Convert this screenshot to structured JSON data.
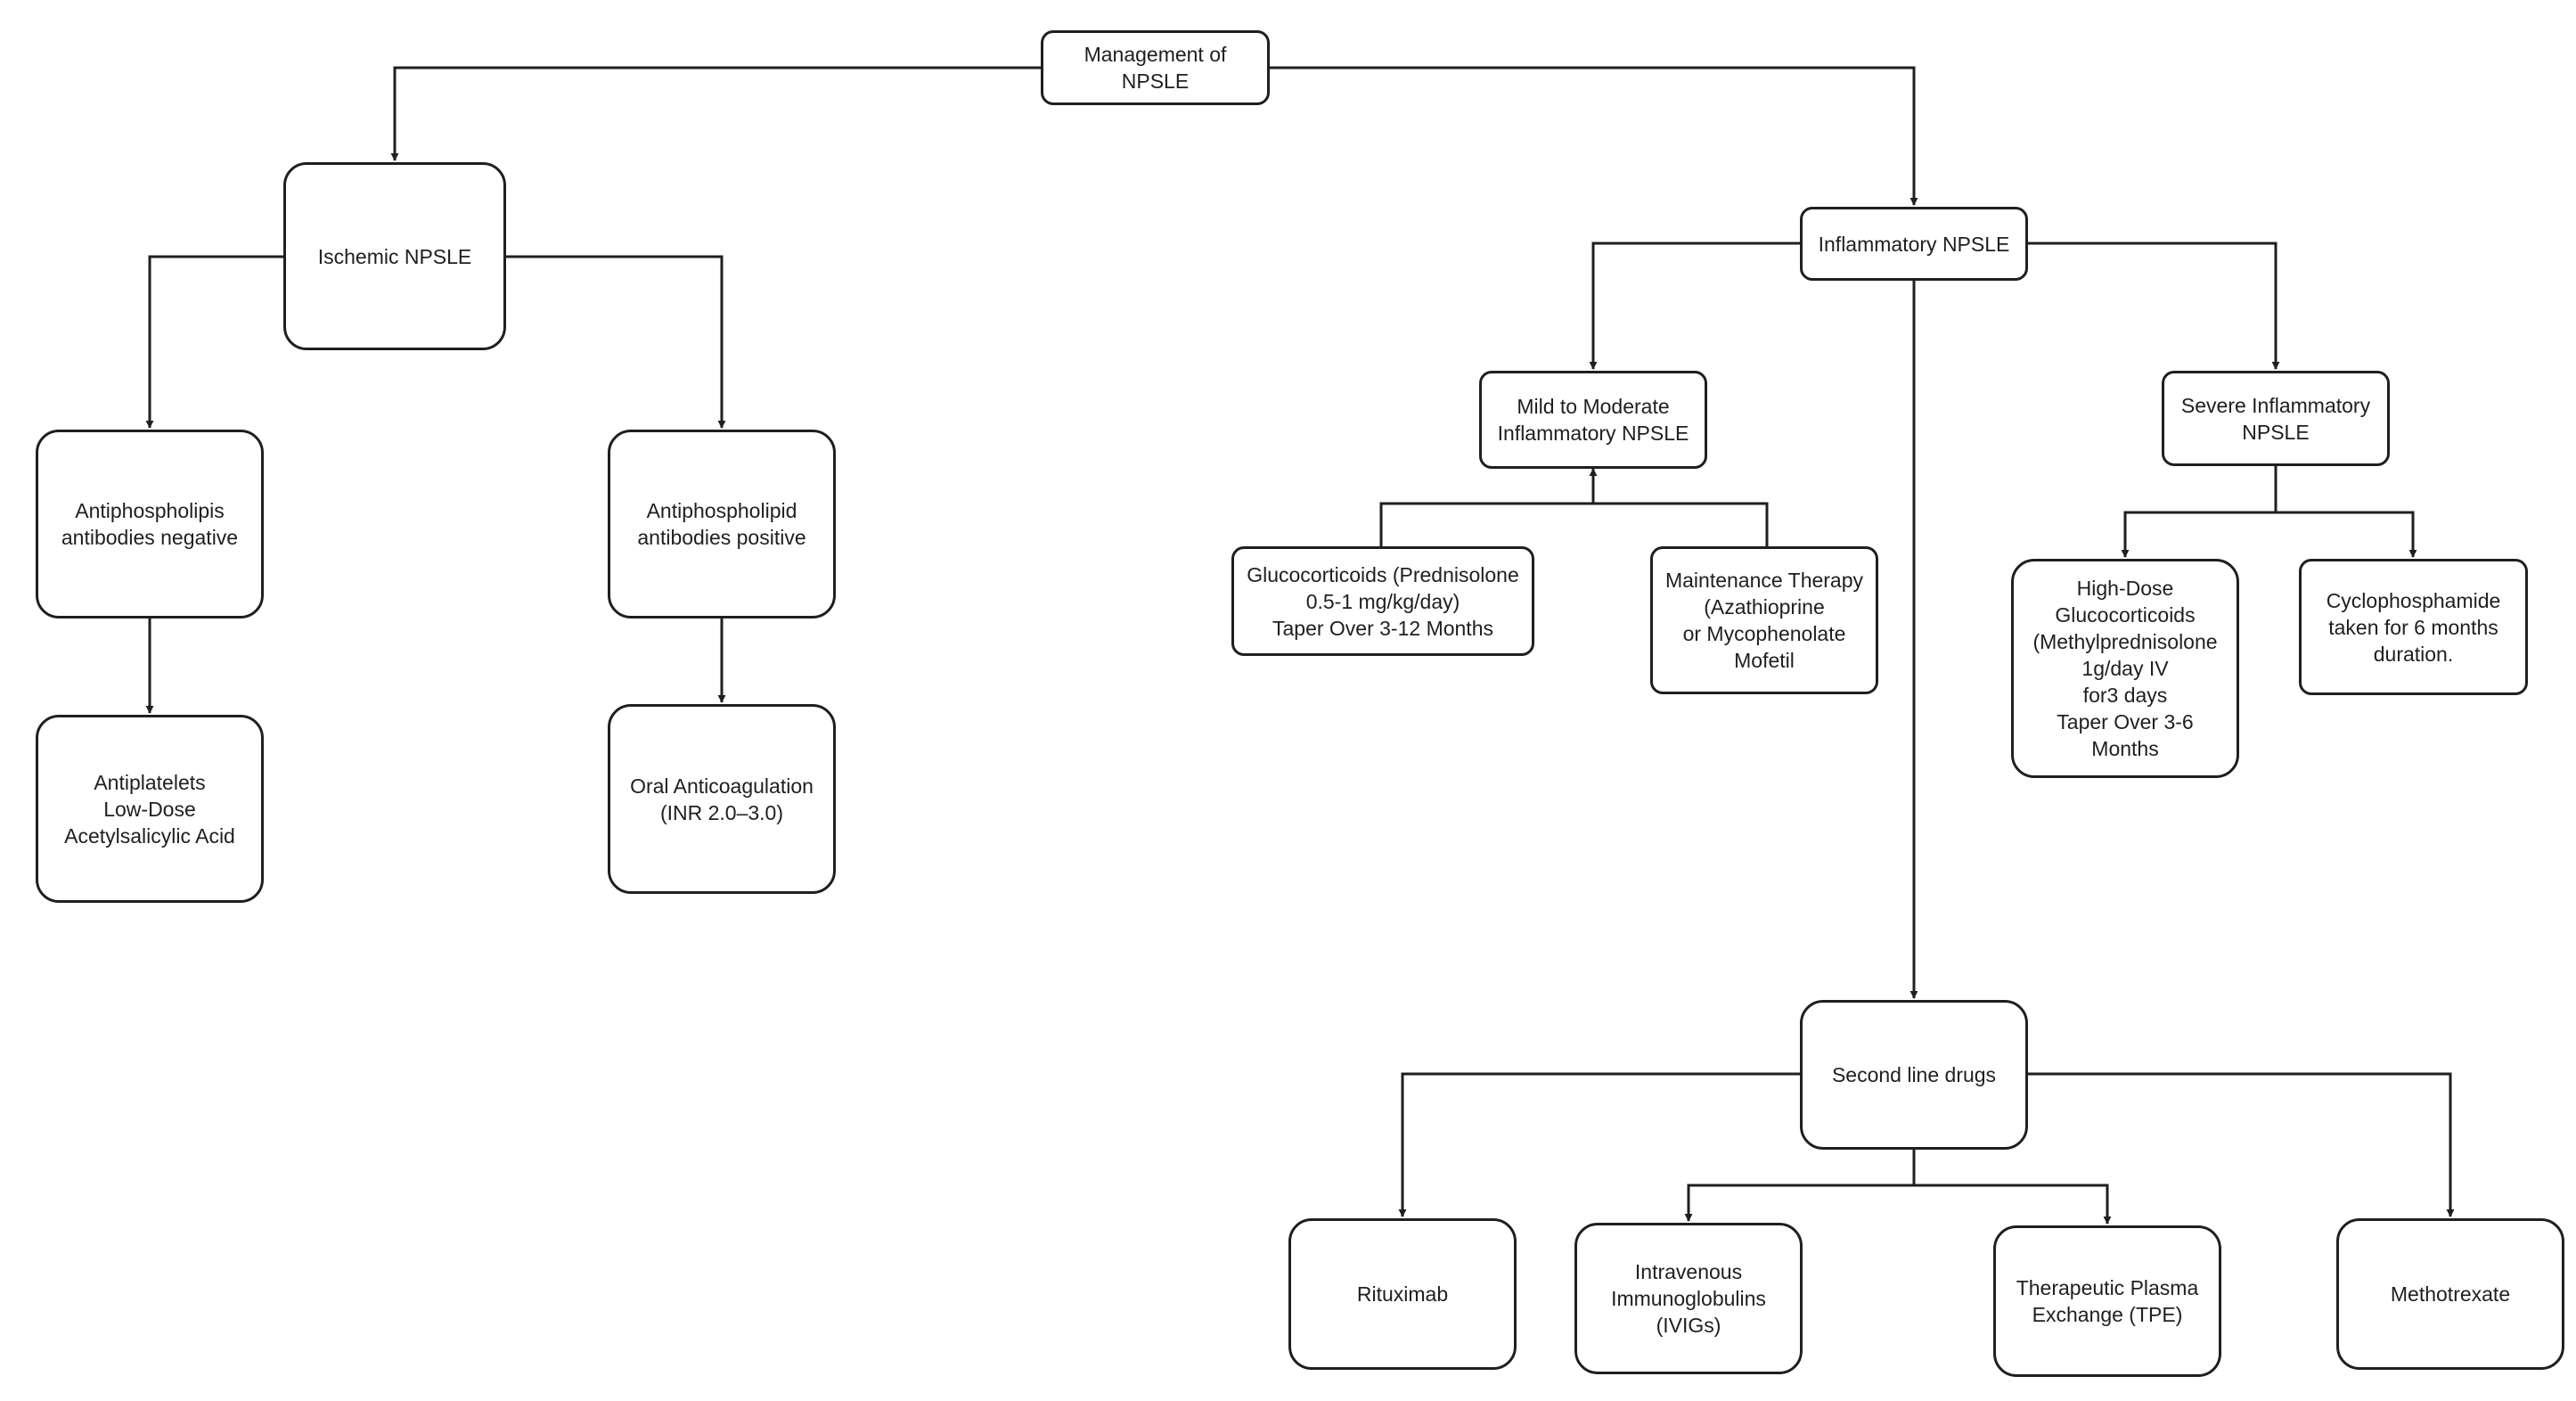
{
  "diagram": {
    "root": "Management of\nNPSLE",
    "ischemic": "Ischemic NPSLE",
    "apl_negative": "Antiphospholipis\nantibodies negative",
    "apl_positive": "Antiphospholipid\nantibodies positive",
    "antiplatelets": "Antiplatelets\nLow-Dose\nAcetylsalicylic Acid",
    "anticoagulation": "Oral Anticoagulation\n(INR 2.0–3.0)",
    "inflammatory": "Inflammatory NPSLE",
    "mild_moderate": "Mild to Moderate\nInflammatory NPSLE",
    "glucocorticoids": "Glucocorticoids (Prednisolone\n0.5-1 mg/kg/day)\nTaper Over 3-12 Months",
    "maintenance": "Maintenance Therapy\n(Azathioprine\nor Mycophenolate\nMofetil",
    "severe": "Severe Inflammatory\nNPSLE",
    "high_dose": "High-Dose\nGlucocorticoids\n(Methylprednisolone\n1g/day IV\nfor3 days\nTaper Over 3-6\nMonths",
    "cyclophosphamide": "Cyclophosphamide\ntaken  for 6 months\nduration.",
    "second_line": "Second line drugs",
    "rituximab": "Rituximab",
    "ivig": "Intravenous\nImmunoglobulins\n(IVIGs)",
    "tpe": "Therapeutic Plasma\nExchange (TPE)",
    "methotrexate": "Methotrexate"
  }
}
